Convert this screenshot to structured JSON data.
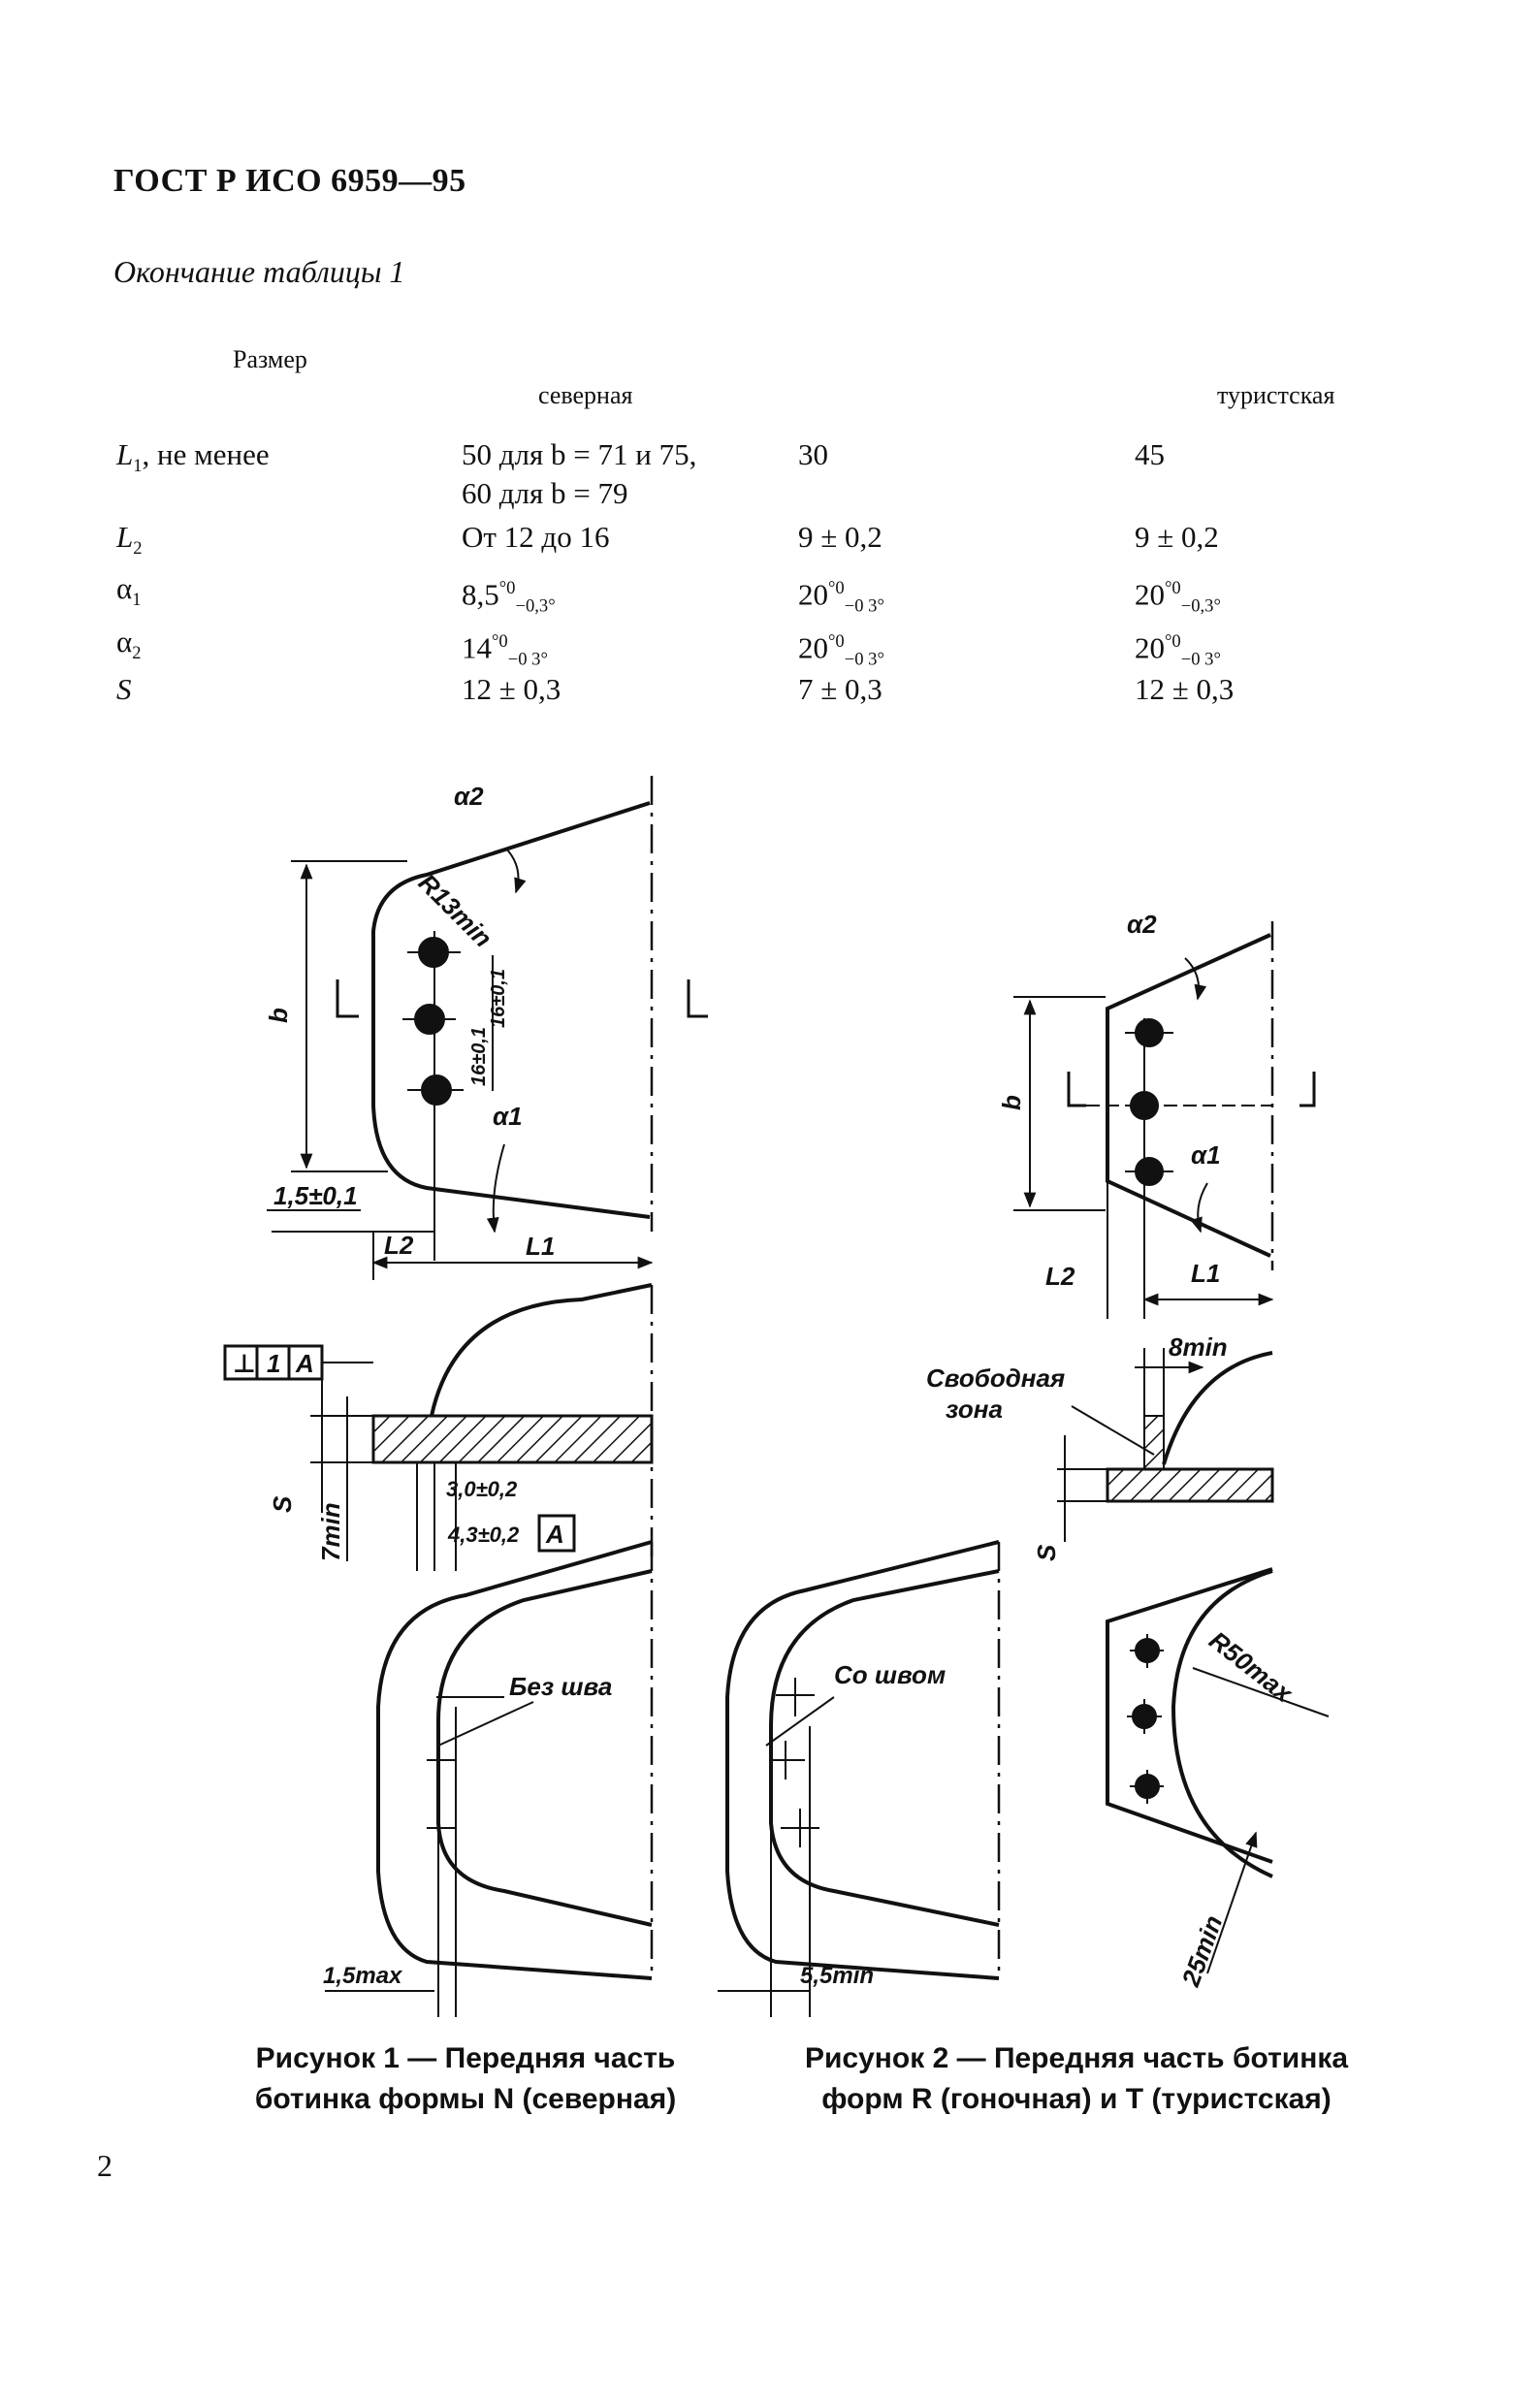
{
  "header": {
    "doc_title": "ГОСТ Р ИСО 6959—95",
    "table_caption": "Окончание таблицы 1"
  },
  "table": {
    "col_headers": {
      "size": "Размер",
      "northern": "северная",
      "touring": "туристская"
    },
    "rows": [
      {
        "name_main": "L",
        "name_sub": "1",
        "name_rest": ", не менее",
        "northern_line1": "50 для b = 71 и 75,",
        "northern_line2": "60 для b = 79",
        "racing": "30",
        "touring": "45"
      },
      {
        "name_main": "L",
        "name_sub": "2",
        "name_rest": "",
        "northern": "От 12 до 16",
        "racing": "9 ± 0,2",
        "touring": "9 ± 0,2"
      },
      {
        "name_main": "α",
        "name_sub": "1",
        "name_rest": "",
        "northern_base": "8,5",
        "northern_sup": "°0",
        "northern_sub": "−0,3°",
        "racing_base": "20",
        "racing_sup": "°0",
        "racing_sub": "−0 3°",
        "touring_base": "20",
        "touring_sup": "°0",
        "touring_sub": "−0,3°"
      },
      {
        "name_main": "α",
        "name_sub": "2",
        "name_rest": "",
        "northern_base": "14",
        "northern_sup": "°0",
        "northern_sub": "−0 3°",
        "racing_base": "20",
        "racing_sup": "°0",
        "racing_sub": "−0 3°",
        "touring_base": "20",
        "touring_sup": "°0",
        "touring_sub": "−0 3°"
      },
      {
        "name_main": "S",
        "name_sub": "",
        "name_rest": "",
        "northern": "12 ± 0,3",
        "racing": "7 ± 0,3",
        "touring": "12 ± 0,3"
      }
    ]
  },
  "figure1": {
    "labels": {
      "alpha2": "α2",
      "alpha1": "α1",
      "r13": "R13min",
      "b": "b",
      "dim_16a": "16±0,1",
      "dim_16b": "16±0,1",
      "dim_15": "1,5±0,1",
      "l2": "L2",
      "l1": "L1",
      "tol_perp": "⊥",
      "tol_val": "1",
      "tol_ref": "A",
      "s": "S",
      "dim_7min": "7min",
      "dim_30": "3,0±0,2",
      "dim_43": "4,3±0,2",
      "datum_a": "A",
      "bez_shva": "Без шва",
      "dim_15max": "1,5max"
    },
    "caption_line1": "Рисунок 1 — Передняя часть",
    "caption_line2": "ботинка формы N (северная)"
  },
  "figure2": {
    "labels": {
      "alpha2": "α2",
      "alpha1": "α1",
      "b": "b",
      "l2": "L2",
      "l1": "L1",
      "dim_8min": "8min",
      "free_zone_1": "Свободная",
      "free_zone_2": "зона",
      "s": "S",
      "so_shvom": "Со швом",
      "dim_55min": "5,5min",
      "r50": "R50max",
      "dim_25min": "25min"
    },
    "caption_line1": "Рисунок 2 — Передняя часть ботинка",
    "caption_line2": "форм R (гоночная) и T (туристская)"
  },
  "page_number": "2"
}
